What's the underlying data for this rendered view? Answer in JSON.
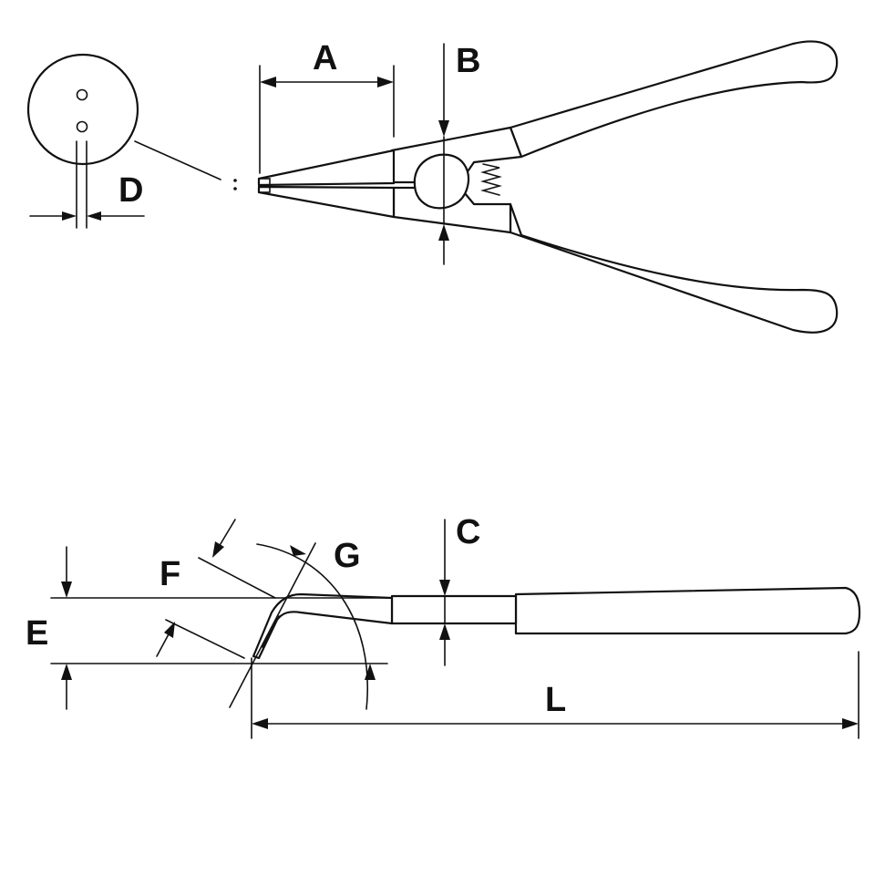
{
  "labels": {
    "a": "A",
    "b": "B",
    "c": "C",
    "d": "D",
    "e": "E",
    "f": "F",
    "g": "G",
    "l": "L"
  }
}
